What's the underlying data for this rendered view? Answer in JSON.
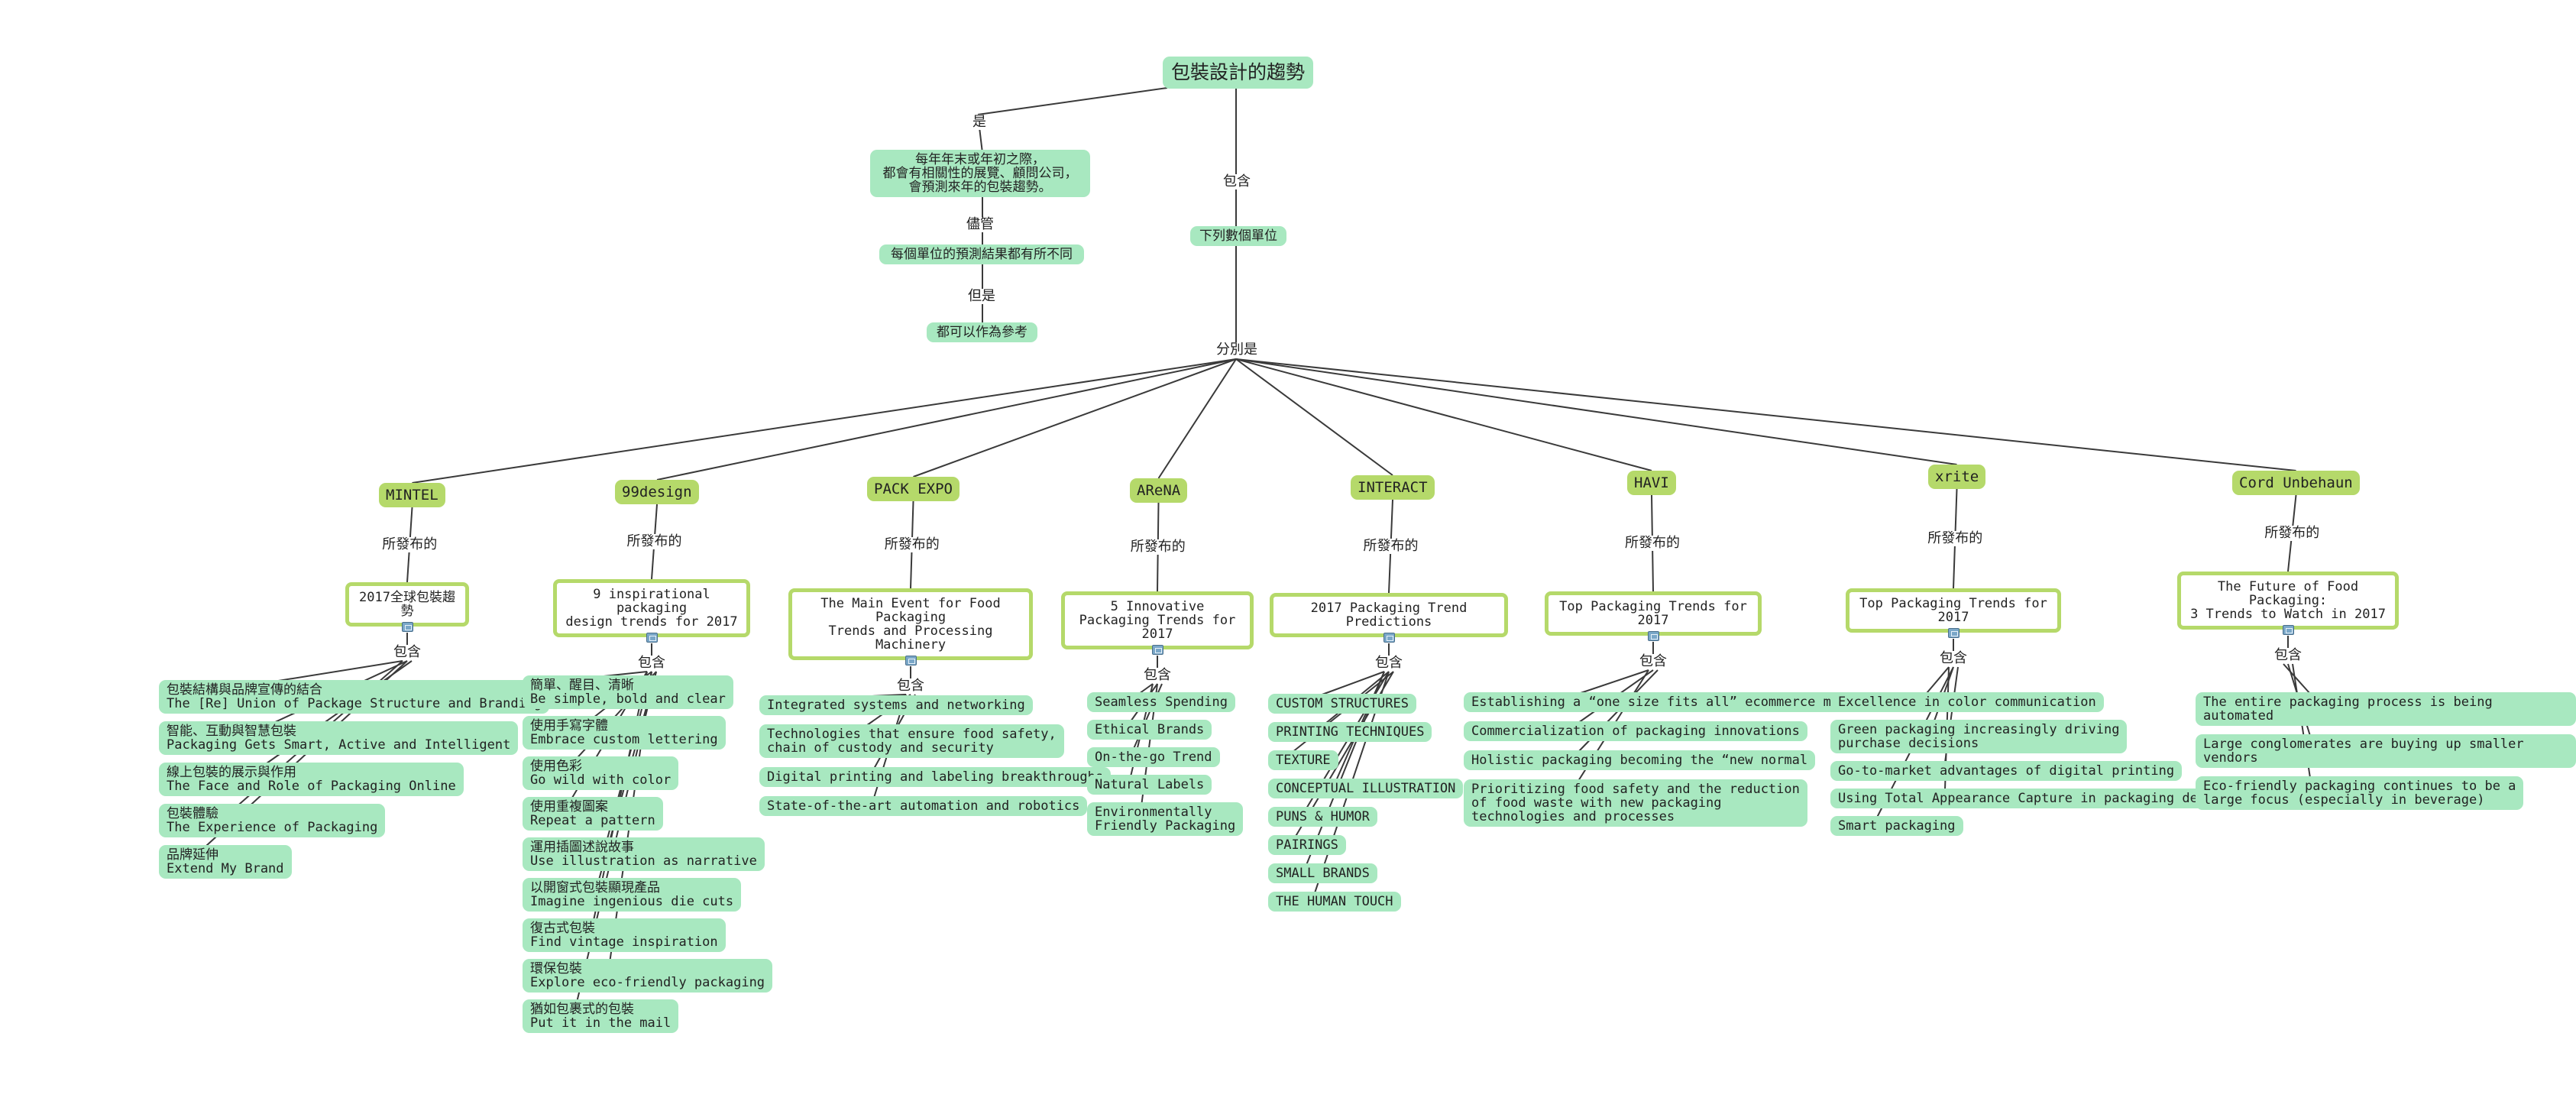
{
  "root": "包裝設計的趨勢",
  "intro": {
    "link_is": "是",
    "desc": "每年年末或年初之際，\n都會有相關性的展覽、顧問公司，\n會預測來年的包裝趨勢。",
    "link_although": "儘管",
    "diff": "每個單位的預測結果都有所不同",
    "link_but": "但是",
    "ref": "都可以作為參考"
  },
  "contain": {
    "link_include": "包含",
    "units": "下列數個單位",
    "link_respectively": "分別是"
  },
  "branch_labels": {
    "published": "所發布的",
    "include": "包含"
  },
  "publishers": [
    {
      "name": "MINTEL",
      "doc": "2017全球包裝趨勢",
      "items": [
        "包裝結構與品牌宣傳的結合\nThe [Re] Union of Package Structure and Branding",
        "智能、互動與智慧包裝\nPackaging Gets Smart, Active and Intelligent",
        "線上包裝的展示與作用\nThe Face and Role of Packaging Online",
        "包裝體驗\nThe Experience of Packaging",
        "品牌延伸\nExtend My Brand"
      ]
    },
    {
      "name": "99design",
      "doc": "9 inspirational packaging\ndesign trends for 2017",
      "items": [
        "簡單、醒目、清晰\nBe simple, bold and clear",
        "使用手寫字體\nEmbrace custom lettering",
        "使用色彩\nGo wild with color",
        "使用重複圖案\nRepeat a pattern",
        "運用插圖述說故事\nUse illustration as narrative",
        "以開窗式包裝顯現產品\nImagine ingenious die cuts",
        "復古式包裝\nFind vintage inspiration",
        "環保包裝\nExplore eco-friendly packaging",
        "猶如包裹式的包裝\nPut it in the mail"
      ]
    },
    {
      "name": "PACK EXPO",
      "doc": "The Main Event for Food Packaging\nTrends and Processing Machinery",
      "items": [
        "Integrated systems and networking",
        "Technologies that ensure food safety,\nchain of custody and security",
        "Digital printing and labeling breakthroughs",
        "State-of-the-art automation and robotics"
      ]
    },
    {
      "name": "AReNA",
      "doc": "5 Innovative\nPackaging Trends for 2017",
      "items": [
        "Seamless Spending",
        "Ethical Brands",
        "On-the-go Trend",
        "Natural Labels",
        "Environmentally\nFriendly Packaging"
      ]
    },
    {
      "name": "INTERACT",
      "doc": "2017 Packaging Trend Predictions",
      "items": [
        "CUSTOM STRUCTURES",
        "PRINTING TECHNIQUES",
        "TEXTURE",
        "CONCEPTUAL ILLUSTRATION",
        "PUNS & HUMOR",
        "PAIRINGS",
        "SMALL BRANDS",
        "THE HUMAN TOUCH"
      ]
    },
    {
      "name": "HAVI",
      "doc": "Top Packaging Trends for 2017",
      "items": [
        "Establishing a “one size fits all” ecommerce model",
        "Commercialization of packaging innovations",
        "Holistic packaging becoming the “new normal",
        "Prioritizing food safety and the reduction\nof food waste with new packaging\ntechnologies and processes"
      ]
    },
    {
      "name": "xrite",
      "doc": "Top Packaging Trends for 2017",
      "items": [
        "Excellence in color communication",
        "Green packaging increasingly driving\npurchase decisions",
        "Go-to-market advantages of digital printing",
        "Using Total Appearance Capture in packaging design",
        "Smart packaging"
      ]
    },
    {
      "name": "Cord Unbehaun",
      "doc": "The Future of Food Packaging:\n3 Trends to Watch in 2017",
      "items": [
        "The entire packaging process is being automated",
        "Large conglomerates are buying up smaller vendors",
        "Eco-friendly packaging continues to be a\nlarge focus (especially in beverage)"
      ]
    }
  ],
  "colors": {
    "node": "#a8e8c0",
    "publisher": "#b5d96a",
    "doc_border": "#b5d96a",
    "edge": "#3a3a3a",
    "attachment_icon": "#7aa7c8"
  }
}
